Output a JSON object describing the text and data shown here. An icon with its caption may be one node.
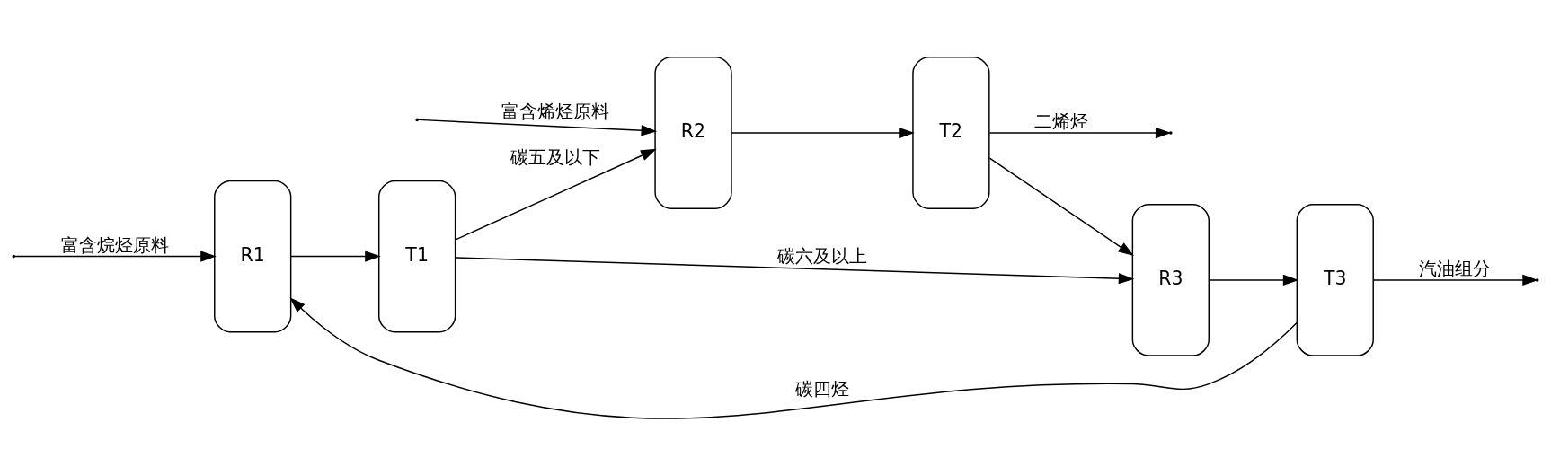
{
  "diagram": {
    "nodes": [
      {
        "text": [
          "R1"
        ]
      },
      {
        "text": [
          "T1"
        ]
      },
      {
        "text": [
          "R2"
        ]
      },
      {
        "text": [
          "T2"
        ]
      },
      {
        "text": [
          "R3"
        ]
      },
      {
        "text": [
          "T3"
        ]
      }
    ],
    "edges": [
      {
        "from": 5,
        "to": 0,
        "arrow": "to",
        "label": "碳四烃"
      },
      {
        "from": null,
        "to": 0,
        "arrow": "to",
        "label": "富含烷烃原料"
      },
      {
        "from": 0,
        "to": 1,
        "arrow": "to"
      },
      {
        "from": null,
        "to": 2,
        "arrow": "to",
        "label": "富含烯烃原料"
      },
      {
        "from": 1,
        "to": 2,
        "arrow": "to",
        "label": "碳五及以下"
      },
      {
        "from": 2,
        "to": 3,
        "arrow": "to"
      },
      {
        "from": 3,
        "to": null,
        "arrow": "to",
        "label": "二烯烃"
      },
      {
        "from": 3,
        "to": 4,
        "arrow": "to"
      },
      {
        "from": 1,
        "to": 4,
        "arrow": "to",
        "label": "碳六及以上"
      },
      {
        "from": 4,
        "to": 5,
        "arrow": "to"
      },
      {
        "from": 5,
        "to": null,
        "arrow": "to",
        "label": "汽油组分"
      }
    ]
  }
}
